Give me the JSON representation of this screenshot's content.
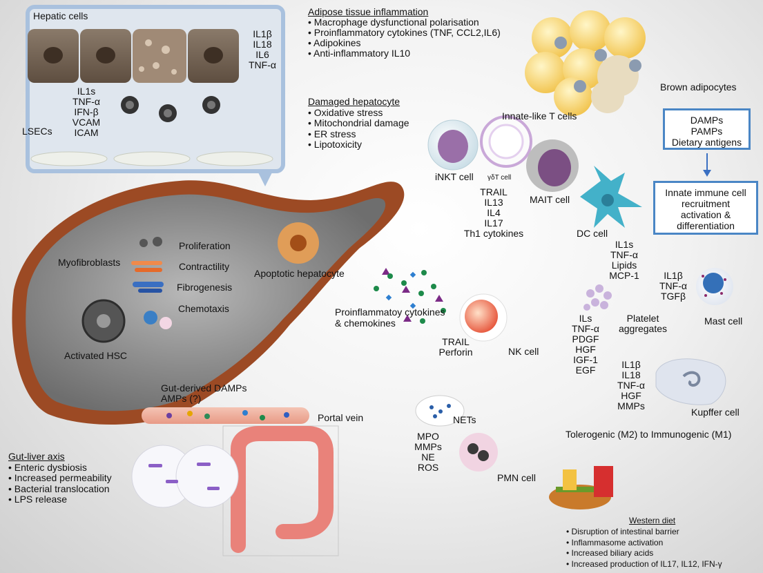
{
  "inset": {
    "hepatic_cells_label": "Hepatic cells",
    "hepatic_cytokines": [
      "IL1β",
      "IL18",
      "IL6",
      "TNF-α"
    ],
    "lsec_label": "LSECs",
    "lsec_factors": [
      "IL1s",
      "TNF-α",
      "IFN-β",
      "VCAM",
      "ICAM"
    ]
  },
  "adipose": {
    "heading": "Adipose tissue inflammation",
    "items": [
      "Macrophage dysfunctional polarisation",
      "Proinflammatory cytokines (TNF, CCL2,IL6)",
      "Adipokines",
      "Anti-inflammatory IL10"
    ]
  },
  "hepatocyte": {
    "heading": "Damaged hepatocyte",
    "items": [
      "Oxidative stress",
      "Mitochondrial damage",
      "ER stress",
      "Lipotoxicity"
    ]
  },
  "brown_adipocytes_label": "Brown adipocytes",
  "innate_t_label": "Innate-like T cells",
  "inkt_label": "iNKT cell",
  "gdt_label": "γδT cell",
  "mait_label": "MAIT cell",
  "t_cytokines": [
    "TRAIL",
    "IL13",
    "IL4",
    "IL17",
    "Th1 cytokines"
  ],
  "damps_box": [
    "DAMPs",
    "PAMPs",
    "Dietary antigens"
  ],
  "innate_box": [
    "Innate immune cell",
    "recruitment",
    "activation &",
    "differentiation"
  ],
  "dc": {
    "label": "DC cell",
    "factors": [
      "IL1s",
      "TNF-α",
      "Lipids",
      "MCP-1"
    ]
  },
  "mast": {
    "label": "Mast cell",
    "factors": [
      "IL1β",
      "TNF-α",
      "TGFβ"
    ]
  },
  "platelet": {
    "label_lines": [
      "Platelet",
      "aggregates"
    ],
    "factors": [
      "ILs",
      "TNF-α",
      "PDGF",
      "HGF",
      "IGF-1",
      "EGF"
    ]
  },
  "kupffer": {
    "label": "Kupffer cell",
    "factors": [
      "IL1β",
      "IL18",
      "TNF-α",
      "HGF",
      "MMPs"
    ],
    "polarization": "Tolerogenic (M2) to Immunogenic (M1)"
  },
  "nk": {
    "label": "NK cell",
    "factors": [
      "TRAIL",
      "Perforin"
    ]
  },
  "chemokines_label": [
    "Proinflammatoy cytokines",
    "& chemokines"
  ],
  "liver": {
    "proliferation": "Proliferation",
    "myofibroblasts": "Myofibroblasts",
    "contractility": "Contractility",
    "fibrogenesis": "Fibrogenesis",
    "chemotaxis": "Chemotaxis",
    "activated_hsc": "Activated HSC",
    "apoptotic": "Apoptotic hepatocyte"
  },
  "gut_damps": [
    "Gut-derived DAMPs",
    "AMPs (?)"
  ],
  "portal_vein_label": "Portal vein",
  "nets_label": "NETs",
  "pmn": {
    "label": "PMN cell",
    "factors": [
      "MPO",
      "MMPs",
      "NE",
      "ROS"
    ]
  },
  "gut_liver": {
    "heading": "Gut-liver axis",
    "items": [
      "Enteric dysbiosis",
      "Increased permeability",
      "Bacterial translocation",
      "LPS release"
    ]
  },
  "western": {
    "heading": "Western diet",
    "items": [
      "Disruption of intestinal barrier",
      "Inflammasome activation",
      "Increased biliary acids",
      "Increased production of IL17, IL12, IFN-γ"
    ]
  },
  "colors": {
    "box_border": "#4a86c5",
    "liver_rim": "#a0522d",
    "liver_inner": "#8f8f8f",
    "inset_border": "#a9c1de"
  }
}
